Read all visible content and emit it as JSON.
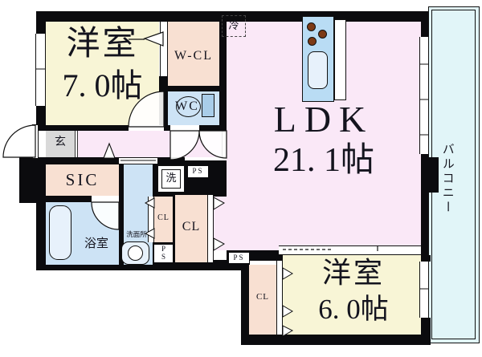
{
  "plan_type": "floorplan",
  "rooms": {
    "bedroom7": {
      "name": "洋室",
      "size": "7. 0帖"
    },
    "ldk": {
      "name": "LDK",
      "size": "21. 1帖"
    },
    "bedroom6": {
      "name": "洋室",
      "size": "6. 0帖"
    },
    "balcony": {
      "label": "バルコニー"
    },
    "walkin_closet": {
      "label": "W-CL"
    },
    "toilet": {
      "label": "WC"
    },
    "fridge_space": {
      "label": "冷"
    },
    "entrance": {
      "label": "玄"
    },
    "shoe_closet": {
      "label": "SIC"
    },
    "bathroom": {
      "label": "浴室"
    },
    "washroom": {
      "label": "洗面所"
    },
    "washer_space": {
      "label": "洗"
    },
    "pipe_space_top": {
      "label": "PS"
    },
    "pipe_space_mid": {
      "line1": "P",
      "line2": "S"
    },
    "pipe_space_bottom": {
      "label": "PS"
    },
    "closet_hall_small": {
      "label": "CL"
    },
    "closet_hall_large": {
      "label": "CL"
    },
    "closet_bedroom6": {
      "label": "CL"
    }
  },
  "colors": {
    "wall": "#0b0b0e",
    "bedroom": "#f8f5d6",
    "ldk": "#fae8f7",
    "closet": "#f8e0d2",
    "sanitary": "#cde3f5",
    "kitchen": "#b9dcf4",
    "sink": "#e7f1fb",
    "balcony": "#e1f5f8",
    "genkan": "#d9d9d9",
    "burner": "#7d3a15",
    "tank": "#a9cde9"
  }
}
